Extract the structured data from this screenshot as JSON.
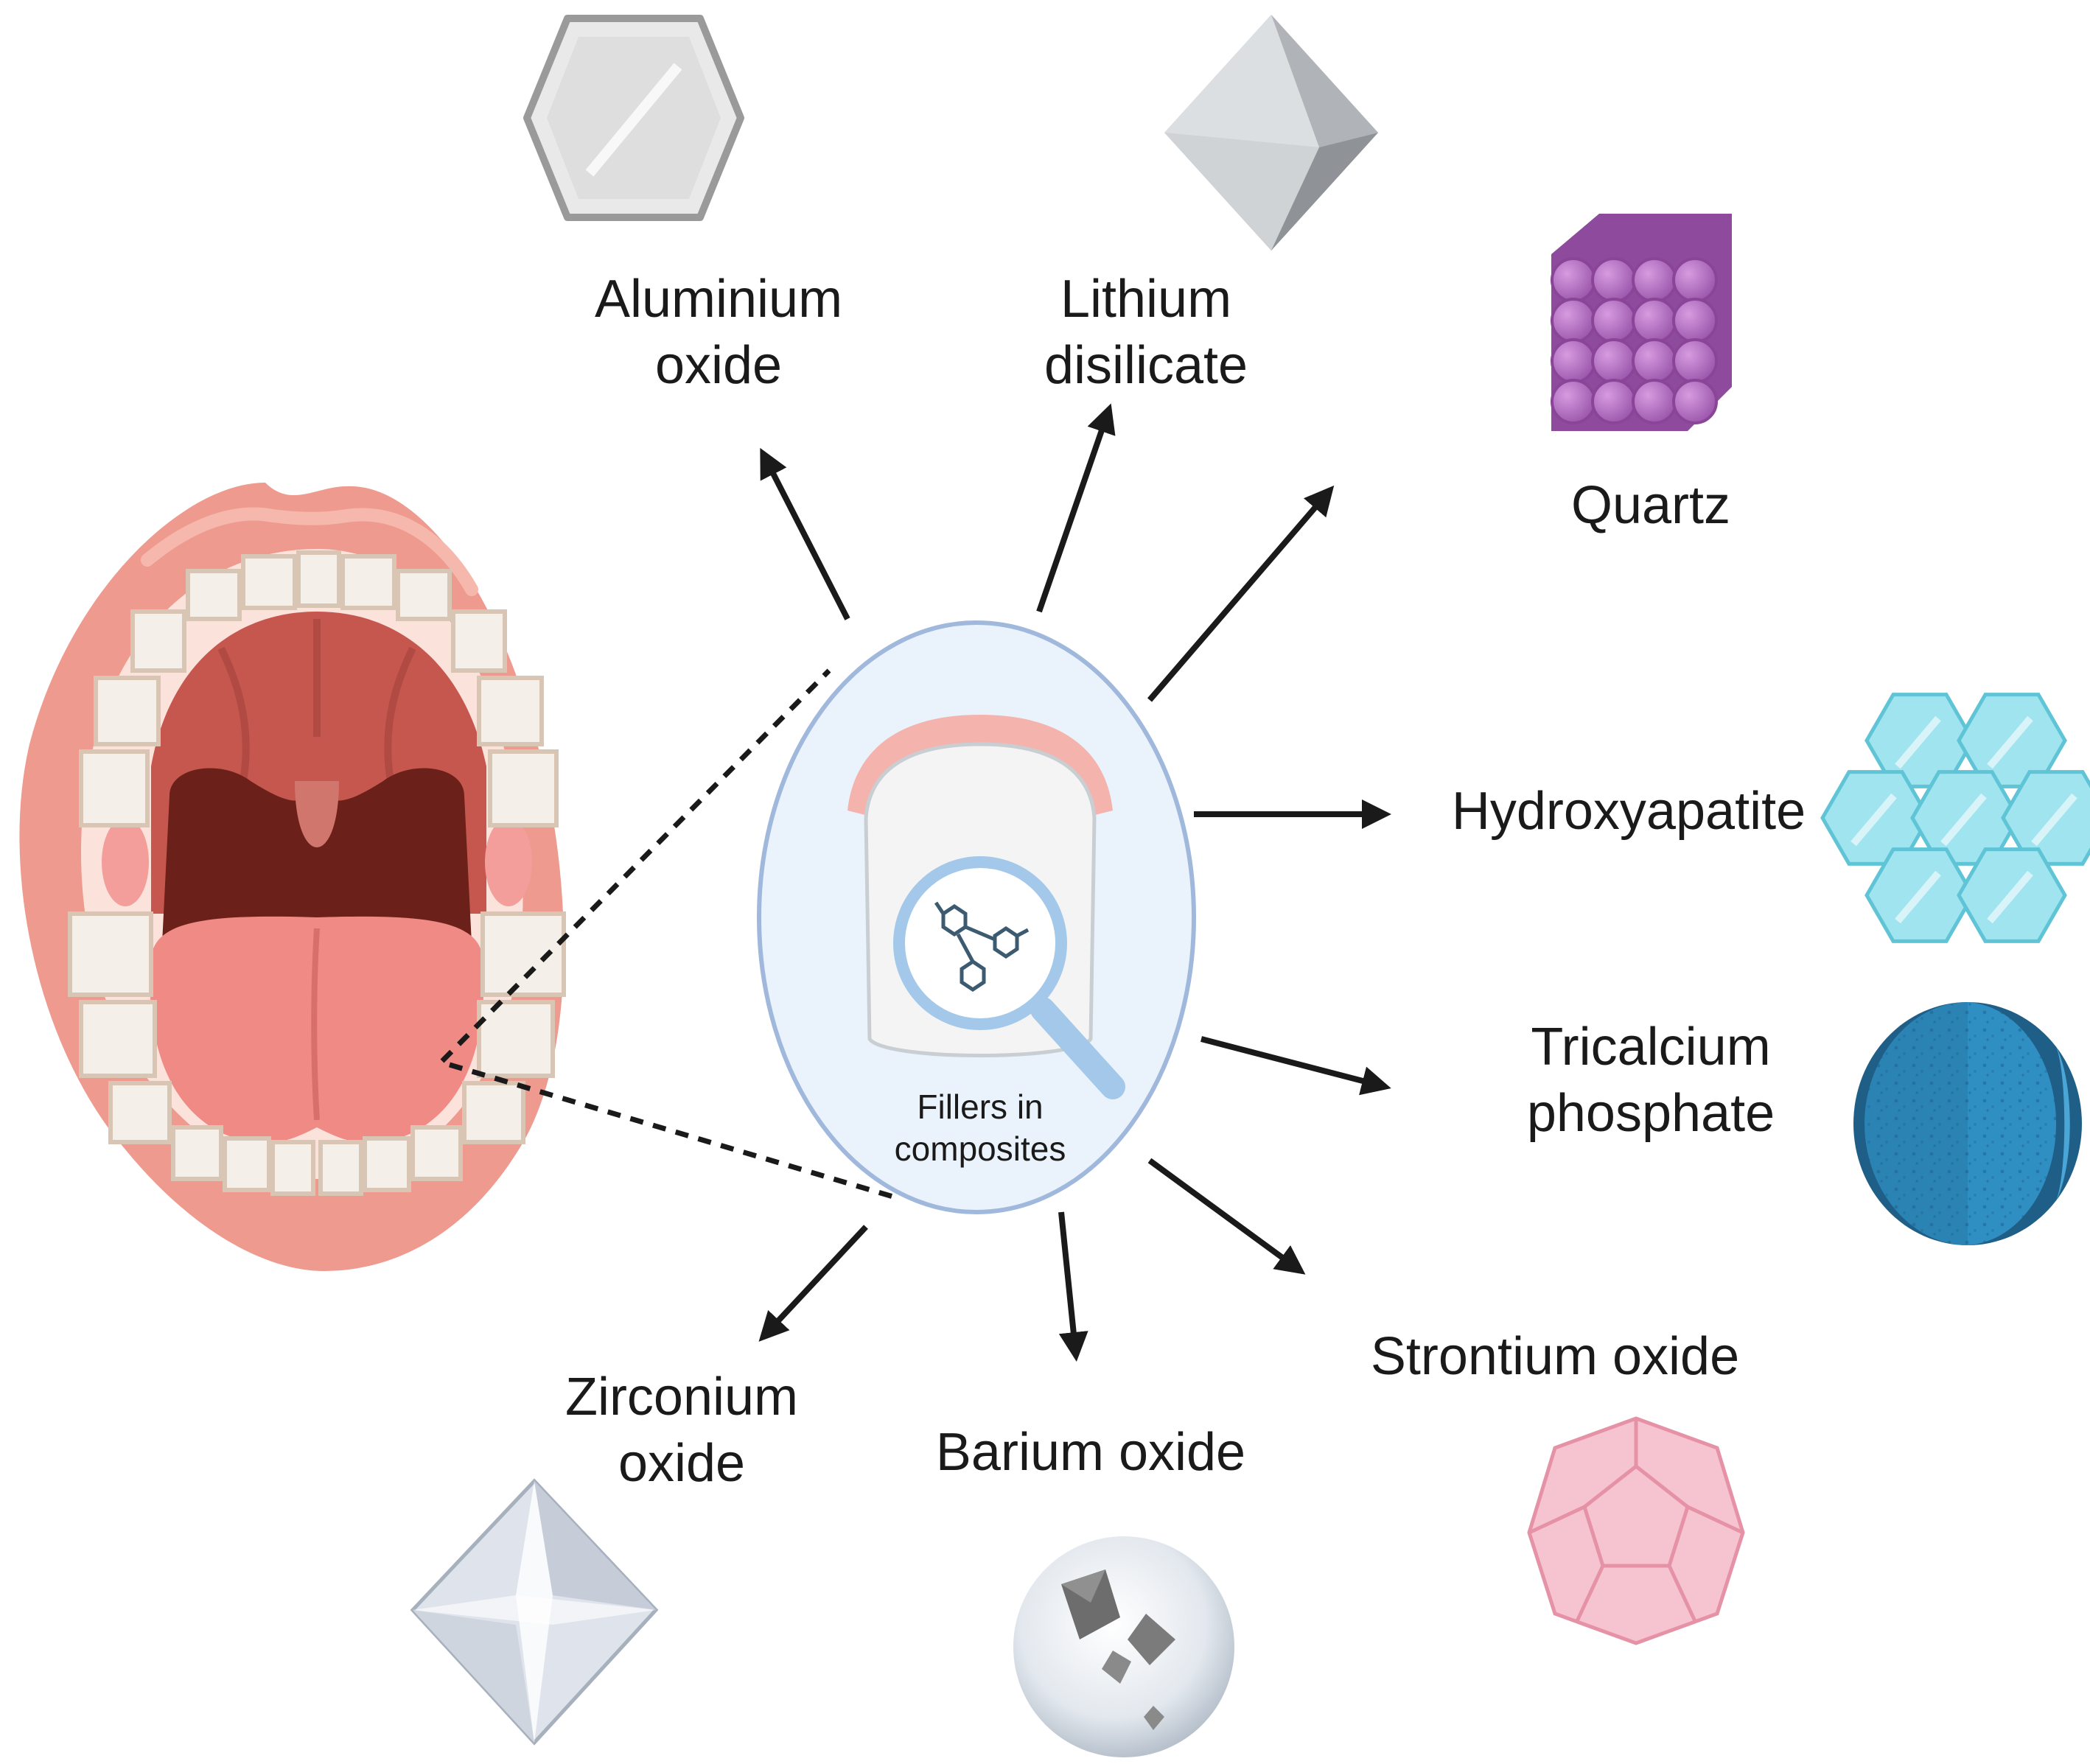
{
  "center": {
    "caption_line1": "Fillers in",
    "caption_line2": "composites"
  },
  "fillers": {
    "aluminium": {
      "line1": "Aluminium",
      "line2": "oxide"
    },
    "lithium": {
      "line1": "Lithium",
      "line2": "disilicate"
    },
    "quartz": {
      "line1": "Quartz"
    },
    "hydroxyapatite": {
      "line1": "Hydroxyapatite"
    },
    "tricalcium": {
      "line1": "Tricalcium",
      "line2": "phosphate"
    },
    "strontium": {
      "line1": "Strontium oxide"
    },
    "barium": {
      "line1": "Barium oxide"
    },
    "zirconium": {
      "line1": "Zirconium",
      "line2": "oxide"
    }
  },
  "colors": {
    "arrow": "#1a1a1a",
    "lip": "#ee9a8e",
    "tongue": "#f08a85",
    "quartz": "#b673c4",
    "hydroxyapatite": "#9fe4ee",
    "tricalcium": "#2f8fc2",
    "strontium": "#f6c4d0",
    "center_fill": "#eaf3fb",
    "center_border": "#9fb8dc"
  }
}
